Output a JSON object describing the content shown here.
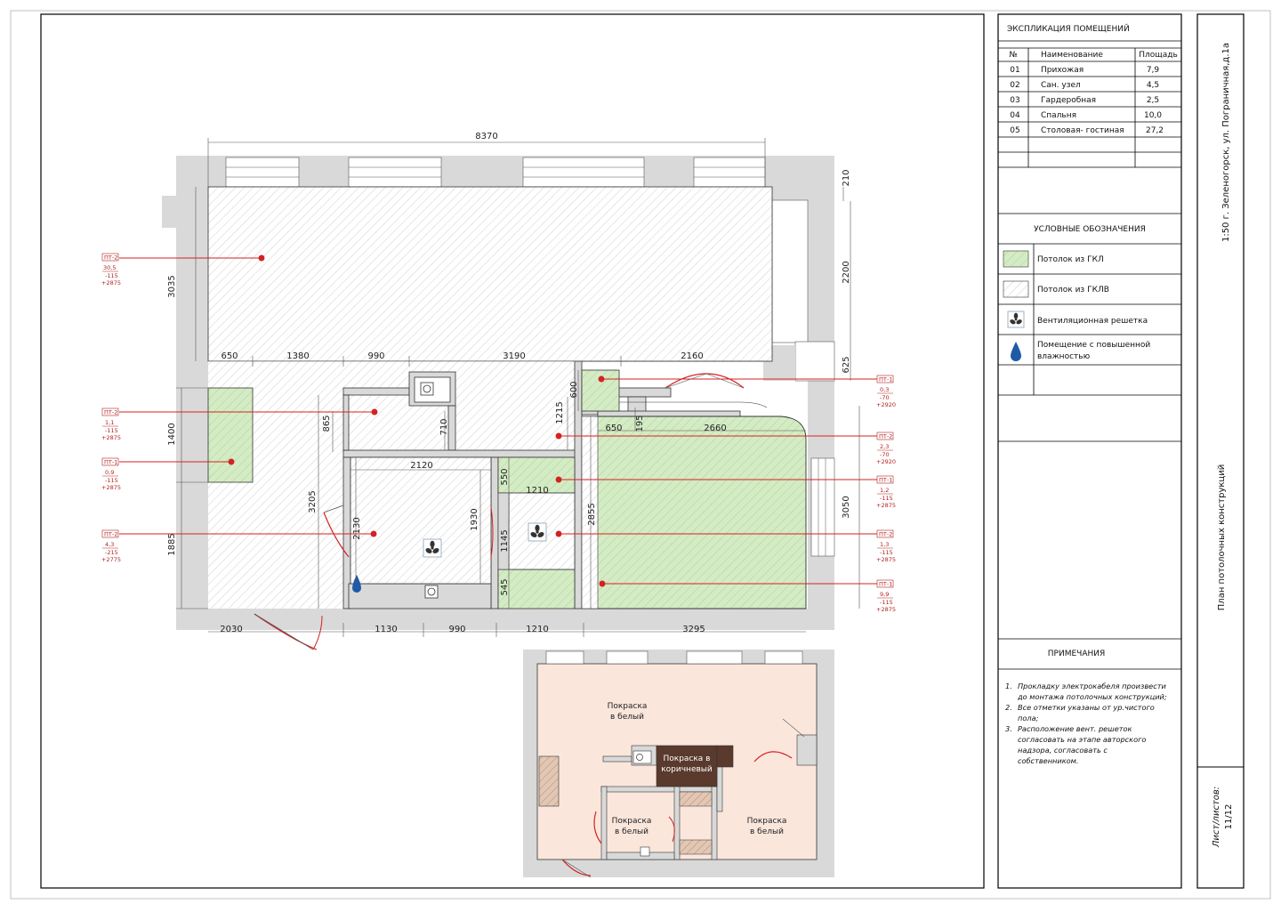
{
  "project": {
    "address": "1:50 г. Зеленогорск, ул. Пограничная,д.1а",
    "drawing_title": "План потолочных конструкций",
    "sheet_label": "Лист/листов:",
    "sheet_number": "11/12"
  },
  "explication": {
    "title": "ЭКСПЛИКАЦИЯ ПОМЕЩЕНИЙ",
    "headers": [
      "№",
      "Наименование",
      "Площадь"
    ],
    "rows": [
      {
        "no": "01",
        "name": "Прихожая",
        "area": "7,9"
      },
      {
        "no": "02",
        "name": "Сан. узел",
        "area": "4,5"
      },
      {
        "no": "03",
        "name": "Гардеробная",
        "area": "2,5"
      },
      {
        "no": "04",
        "name": "Спальня",
        "area": "10,0"
      },
      {
        "no": "05",
        "name": "Столовая- гостиная",
        "area": "27,2"
      }
    ]
  },
  "legend": {
    "title": "УСЛОВНЫЕ ОБОЗНАЧЕНИЯ",
    "items": [
      {
        "symbol": "gkl-swatch",
        "label": "Потолок из ГКЛ",
        "color": "#d4ecc4"
      },
      {
        "symbol": "gklv-swatch",
        "label": "Потолок из ГКЛВ",
        "color": "#ffffff"
      },
      {
        "symbol": "fan-icon",
        "label": "Вентиляционная решетка"
      },
      {
        "symbol": "drop-icon",
        "label": "Помещение с повышенной влажностью",
        "label_line1": "Помещение с повышенной",
        "label_line2": "влажностью"
      }
    ]
  },
  "notes": {
    "title": "ПРИМЕЧАНИЯ",
    "items": [
      {
        "num": "1.",
        "lines": [
          "Прокладку электрокабеля произвести",
          "до монтажа потолочных конструкций;"
        ]
      },
      {
        "num": "2.",
        "lines": [
          "Все отметки указаны от ур.чистого",
          "пола;"
        ]
      },
      {
        "num": "3.",
        "lines": [
          "Расположение вент. решеток",
          "согласовать на этапе авторского",
          "надзора, согласовать с",
          "собственником."
        ]
      }
    ]
  },
  "dimensions": {
    "top_total": "8370",
    "left_top": "3035",
    "left_mid": "1400",
    "left_bottom": "1885",
    "right_top_small": "210",
    "right_upper": "2200",
    "right_625": "625",
    "right_lower": "3050",
    "row_mid": [
      "650",
      "1380",
      "990",
      "3190",
      "2160"
    ],
    "bottom": [
      "2030",
      "1130",
      "990",
      "1210",
      "3295"
    ],
    "inner": {
      "d865": "865",
      "d3205": "3205",
      "d2130": "2130",
      "d2120": "2120",
      "d1930": "1930",
      "d710": "710",
      "d1215": "1215",
      "d600": "600",
      "d550": "550",
      "d1210": "1210",
      "d1145": "1145",
      "d545": "545",
      "d2855": "2855",
      "d650": "650",
      "d195": "195",
      "d2660": "2660"
    }
  },
  "ceiling_tags": [
    {
      "id": "ПТ-2",
      "area": "30,5",
      "drop": "-115",
      "level": "+2875"
    },
    {
      "id": "ПТ-2",
      "area": "1,1",
      "drop": "-115",
      "level": "+2875"
    },
    {
      "id": "ПТ-1",
      "area": "0,9",
      "drop": "-115",
      "level": "+2875"
    },
    {
      "id": "ПТ-2",
      "area": "4,3",
      "drop": "-215",
      "level": "+2775"
    },
    {
      "id": "ПТ-1",
      "area": "0,3",
      "drop": "-70",
      "level": "+2920"
    },
    {
      "id": "ПТ-2",
      "area": "2,3",
      "drop": "-70",
      "level": "+2920"
    },
    {
      "id": "ПТ-1",
      "area": "1,2",
      "drop": "-115",
      "level": "+2875"
    },
    {
      "id": "ПТ-2",
      "area": "1,3",
      "drop": "-115",
      "level": "+2875"
    },
    {
      "id": "ПТ-1",
      "area": "9,9",
      "drop": "-115",
      "level": "+2875"
    }
  ],
  "paint_plan": {
    "labels": [
      {
        "l1": "Покраска",
        "l2": "в белый"
      },
      {
        "l1": "Покраска в",
        "l2": "коричневый"
      },
      {
        "l1": "Покраска",
        "l2": "в белый"
      },
      {
        "l1": "Покраска",
        "l2": "в белый"
      }
    ],
    "colors": {
      "white_paint": "#fbe6dc",
      "brown_paint": "#5a3a2c"
    }
  },
  "colors": {
    "gkl_fill": "#d4ecc4",
    "wall": "#d9d9d9",
    "leader": "#d42222",
    "tag": "#b22222"
  }
}
